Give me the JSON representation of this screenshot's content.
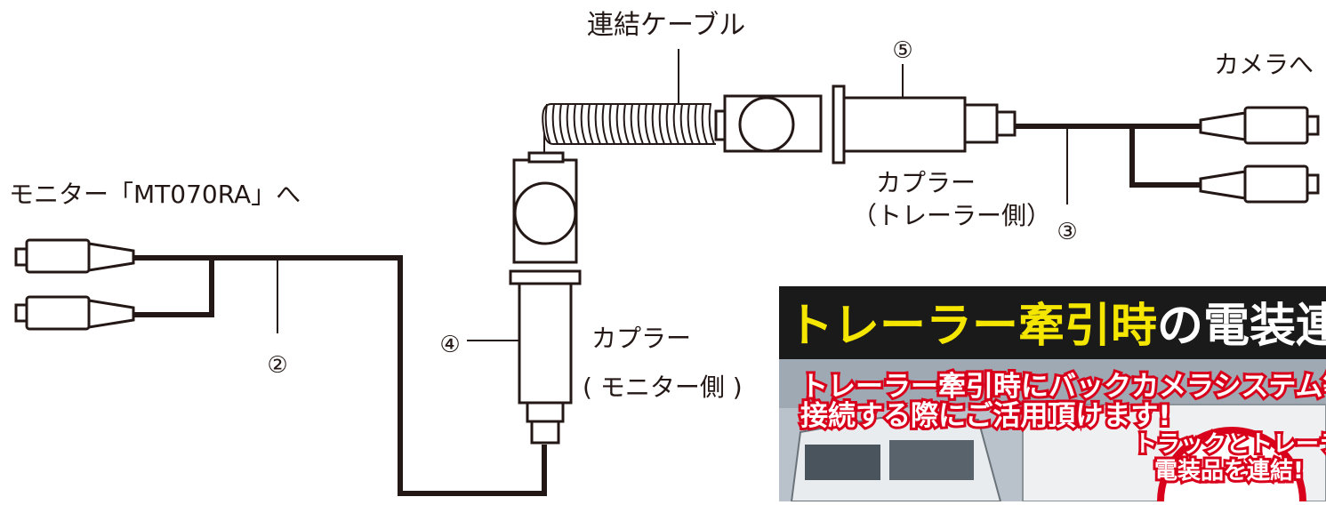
{
  "labels": {
    "coil_cable": "連結ケーブル",
    "to_camera": "カメラへ",
    "to_monitor": "モニター「MT070RA」へ",
    "coupler_trailer_line1": "カプラー",
    "coupler_trailer_line2": "（トレーラー側）",
    "coupler_monitor_line1": "カプラー",
    "coupler_monitor_line2": "( モニター側 )"
  },
  "callouts": {
    "n2": "②",
    "n3": "③",
    "n4": "④",
    "n5": "⑤"
  },
  "promo": {
    "title_highlight": "トレーラー牽引時",
    "title_rest": "の電装連結に!",
    "line1": "トレーラー牽引時にバックカメラシステム等を",
    "line2": "接続する際にご活用頂けます!",
    "badge_line1": "トラックとトレーラー間で",
    "badge_line2": "電装品を連結!"
  },
  "colors": {
    "line": "#231815",
    "banner_bg": "#1a1a1a",
    "title_yellow": "#f5e600",
    "promo_red": "#d9001b"
  }
}
